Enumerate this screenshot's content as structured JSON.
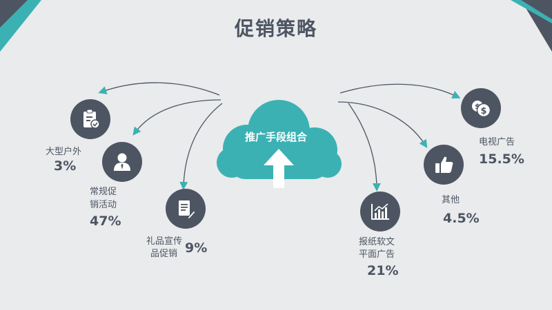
{
  "title": "促销策略",
  "center": {
    "label": "推广手段组合"
  },
  "colors": {
    "primary": "#3bb1b3",
    "dark": "#4d5563",
    "background": "#e9ebec"
  },
  "items": [
    {
      "icon": "clipboard-check-icon",
      "lines": [
        "大型户外"
      ],
      "percent": "3%"
    },
    {
      "icon": "user-icon",
      "lines": [
        "常规促",
        "销活动"
      ],
      "percent": "47%"
    },
    {
      "icon": "document-edit-icon",
      "lines": [
        "礼品宣传",
        "品促销"
      ],
      "percent": "9%"
    },
    {
      "icon": "bar-chart-icon",
      "lines": [
        "报纸软文",
        "平面广告"
      ],
      "percent": "21%"
    },
    {
      "icon": "thumbs-up-icon",
      "lines": [
        "其他"
      ],
      "percent": "4.5%"
    },
    {
      "icon": "coins-icon",
      "lines": [
        "电视广告"
      ],
      "percent": "15.5%"
    }
  ]
}
